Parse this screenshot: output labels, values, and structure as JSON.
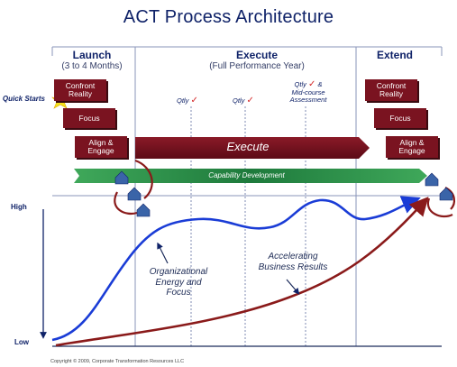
{
  "title": "ACT Process Architecture",
  "phases": {
    "launch": {
      "name": "Launch",
      "sub": "(3 to 4 Months)"
    },
    "execute": {
      "name": "Execute",
      "sub": "(Full Performance Year)"
    },
    "extend": {
      "name": "Extend"
    }
  },
  "quick_starts": "Quick Starts",
  "launch_boxes": [
    "Confront Reality",
    "Focus",
    "Align & Engage"
  ],
  "extend_boxes": [
    "Confront Reality",
    "Focus",
    "Align & Engage"
  ],
  "execute_bar": "Execute",
  "capability_bar": "Capability Development",
  "qtly": {
    "q1": "Qtly",
    "q2": "Qtly",
    "q3_line1": "Qtly",
    "q3_amp": "&",
    "q3_line2": "Mid-course",
    "q3_line3": "Assessment",
    "check": "✓"
  },
  "axis": {
    "high": "High",
    "low": "Low"
  },
  "curve_labels": {
    "energy": [
      "Organizational",
      "Energy and",
      "Focus"
    ],
    "results": [
      "Accelerating",
      "Business Results"
    ]
  },
  "icons": [
    "house-icon",
    "house-icon",
    "house-icon",
    "house-icon",
    "house-icon",
    "sun-burst-icon",
    "check-icon",
    "cycle-arrow-icon"
  ],
  "colors": {
    "title": "#0f2268",
    "box": "#7a1320",
    "execute_bar": "#7a1320",
    "capability_bar": "#1e7a3c",
    "energy_curve": "#1a3cd6",
    "results_curve": "#8a1a1a",
    "check": "#d42a2a"
  },
  "copyright": "Copyright © 2009, Corporate Transformation Resources LLC"
}
